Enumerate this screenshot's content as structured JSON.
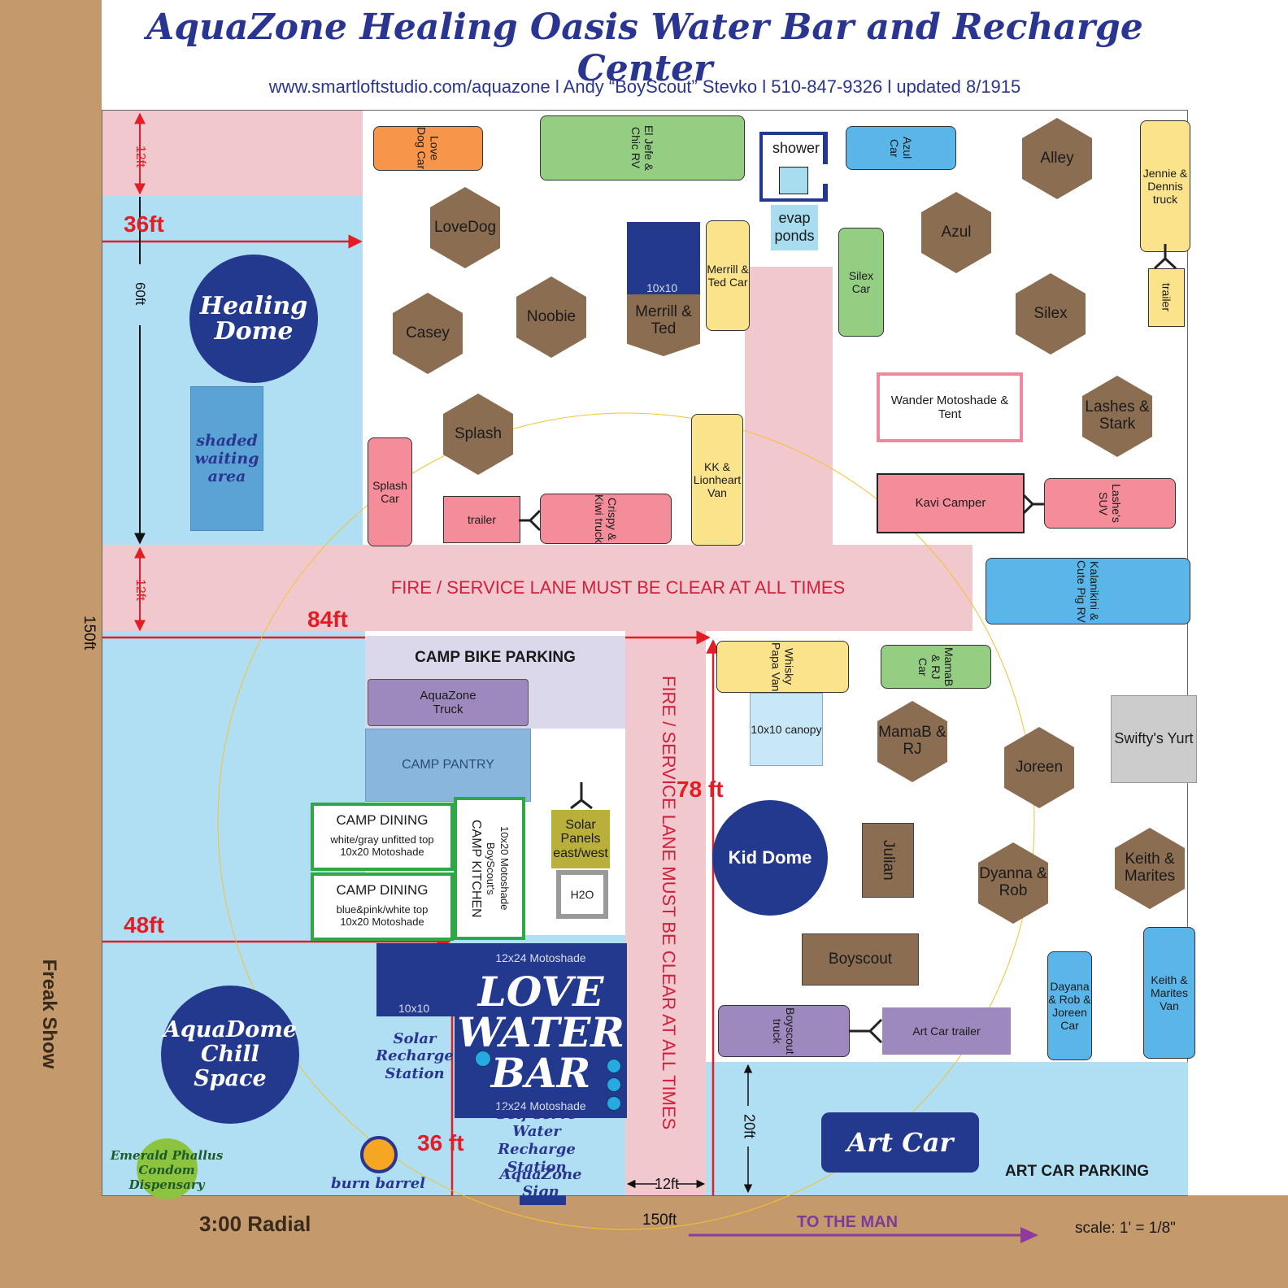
{
  "header": {
    "title": "AquaZone Healing Oasis Water Bar and Recharge Center",
    "subtitle": "www.smartloftstudio.com/aquazone  l  Andy “BoyScout” Stevko  l  510-847-9326  l  updated 8/1915"
  },
  "roads": {
    "left": "Freak Show",
    "bottom": "3:00 Radial",
    "to_the_man": "TO THE MAN",
    "scale": "scale: 1' = 1/8\""
  },
  "dimensions": {
    "top_12ft": "12ft",
    "d36ft": "36ft",
    "d60ft": "60ft",
    "mid_12ft": "12ft",
    "d150ft_side": "150ft",
    "d84ft": "84ft",
    "d48ft": "48ft",
    "d78ft": "78 ft",
    "d36ft_bottom": "36 ft",
    "d12ft_bottom": "12ft",
    "d20ft": "20ft",
    "d150ft_bottom": "150ft"
  },
  "lanes": {
    "horizontal": "FIRE / SERVICE LANE MUST BE CLEAR AT ALL TIMES",
    "vertical": "FIRE / SERVICE LANE MUST BE CLEAR AT ALL TIMES"
  },
  "domes": {
    "healing": "Healing Dome",
    "aqua": "AquaDome Chill Space",
    "kid": "Kid Dome"
  },
  "zones": {
    "shaded_waiting": "shaded waiting area",
    "bike_parking": "CAMP BIKE PARKING",
    "aquazone_truck": "AquaZone Truck",
    "pantry": "CAMP PANTRY",
    "dining1_title": "CAMP DINING",
    "dining1_sub1": "white/gray unfitted top",
    "dining1_sub2": "10x20 Motoshade",
    "dining2_title": "CAMP DINING",
    "dining2_sub1": "blue&pink/white top",
    "dining2_sub2": "10x20 Motoshade",
    "kitchen_title": "CAMP KITCHEN",
    "kitchen_sub1": "BoyScout's",
    "kitchen_sub2": "10x20 Motoshade",
    "solar_panels": "Solar Panels east/west",
    "h2o": "H2O",
    "tenby10_left": "10x10",
    "waterbar_top": "12x24 Motoshade",
    "waterbar_main": "LOVE WATER BAR",
    "waterbar_bottom": "12x24 Motoshade",
    "solar_recharge": "Solar Recharge Station",
    "selfserve": "Self-serve Water Recharge Station",
    "aquazone_sign": "AquaZone Sign",
    "burn_barrel": "burn barrel",
    "emerald": "Emerald Phallus Condom Dispensary",
    "shower": "shower",
    "evap": "evap ponds",
    "wander": "Wander Motoshade & Tent",
    "kavi": "Kavi Camper",
    "art_car": "Art Car",
    "art_car_parking": "ART CAR PARKING",
    "canopy": "10x10 canopy",
    "swifty": "Swifty's Yurt",
    "merrill_10x10": "10x10"
  },
  "hexes": {
    "lovedog": "LoveDog",
    "casey": "Casey",
    "noobie": "Noobie",
    "merrill_ted": "Merrill & Ted",
    "splash": "Splash",
    "alley": "Alley",
    "azul": "Azul",
    "silex": "Silex",
    "lashes": "Lashes & Stark",
    "mamab": "MamaB & RJ",
    "joreen": "Joreen",
    "julian": "Julian",
    "dyanna": "Dyanna & Rob",
    "keith": "Keith & Marites"
  },
  "vehicles": {
    "lovedog_car": "Love Dog Car",
    "eljefe": "El Jefe & Chic RV",
    "azul_car": "Azul Car",
    "jennie": "Jennie & Dennis truck",
    "trailer_right": "trailer",
    "merrill_car": "Merrill & Ted Car",
    "silex_car": "Silex Car",
    "splash_car": "Splash Car",
    "trailer_mid": "trailer",
    "crispy": "Crispy & Kiwi truck",
    "kk": "KK & Lionheart Van",
    "lashe_suv": "Lashe's SUV",
    "kalanikini": "Kalanikini & Cute Pig RV",
    "whisky": "Whisky Papa Van",
    "mamab_car": "MamaB & RJ Car",
    "boyscout_tent": "Boyscout",
    "boyscout_truck": "Boyscout truck",
    "art_trailer": "Art Car trailer",
    "dayana": "Dayana & Rob & Joreen Car",
    "keith_van": "Keith & Marites Van"
  },
  "colors": {
    "road": "#c49a6c",
    "lane_pink": "#f2c8cf",
    "zone_blue": "#b0dff4",
    "dome_navy": "#23398d",
    "hex_brown": "#8b6d52",
    "dimension_red": "#e21d26"
  }
}
